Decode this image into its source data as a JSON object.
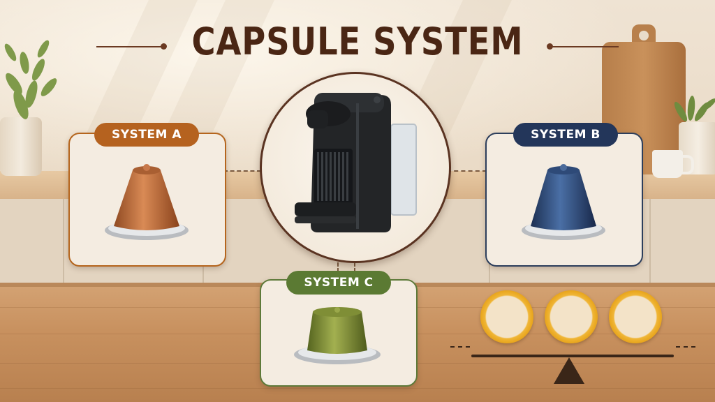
{
  "title": "CAPSULE SYSTEM",
  "systems": {
    "a": {
      "label": "SYSTEM A",
      "color": "#b5621f",
      "capsule_color": "#b86a3a"
    },
    "b": {
      "label": "SYSTEM B",
      "color": "#23365a",
      "capsule_color": "#2c4a7a"
    },
    "c": {
      "label": "SYSTEM C",
      "color": "#5b7a33",
      "capsule_color": "#7a8c3a"
    }
  },
  "icons": {
    "machine": "espresso-machine-icon",
    "capsule": "coffee-capsule-icon",
    "balance": "balance-scale-icon",
    "coin": "coin-icon"
  },
  "colors": {
    "title": "#4a2614",
    "accent": "#6b3a22"
  }
}
